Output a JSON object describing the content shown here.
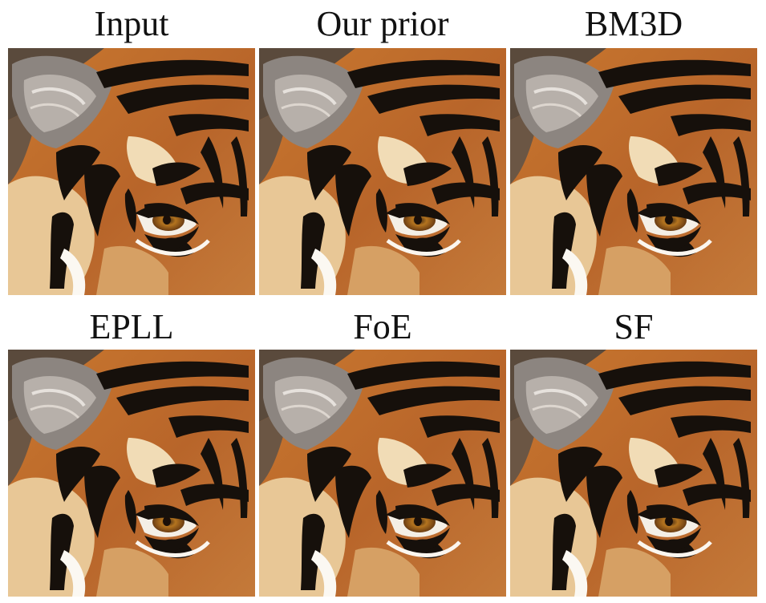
{
  "figure": {
    "panels": [
      {
        "label": "Input",
        "image_icon": "tiger-face-closeup-image"
      },
      {
        "label": "Our prior",
        "image_icon": "tiger-face-closeup-image"
      },
      {
        "label": "BM3D",
        "image_icon": "tiger-face-closeup-image"
      },
      {
        "label": "EPLL",
        "image_icon": "tiger-face-closeup-image"
      },
      {
        "label": "FoE",
        "image_icon": "tiger-face-closeup-image"
      },
      {
        "label": "SF",
        "image_icon": "tiger-face-closeup-image"
      }
    ],
    "colors": {
      "fur_orange": "#c9782f",
      "fur_light": "#e8c796",
      "stripe": "#16100b",
      "ear_gray": "#8c8580",
      "background": "#5a4a3c",
      "eye": "#b4741f"
    }
  }
}
